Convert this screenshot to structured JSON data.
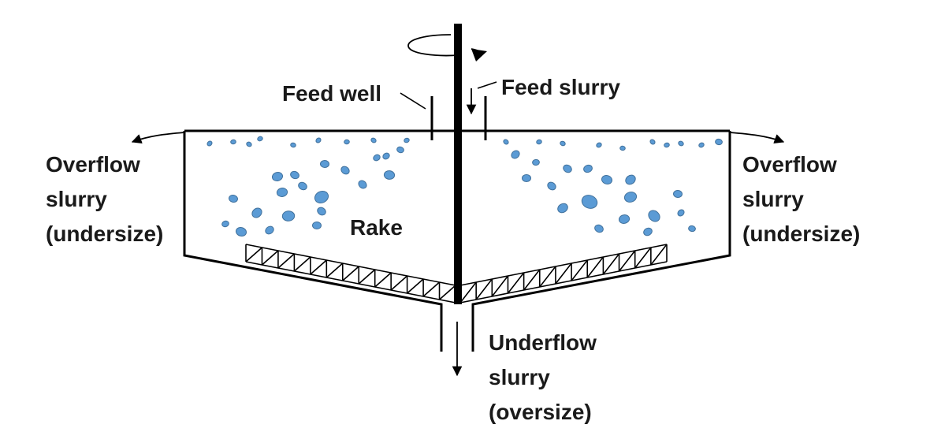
{
  "labels": {
    "feed_well": "Feed well",
    "feed_slurry": "Feed slurry",
    "overflow_left": [
      "Overflow",
      "slurry",
      "(undersize)"
    ],
    "overflow_right": [
      "Overflow",
      "slurry",
      "(undersize)"
    ],
    "rake": "Rake",
    "underflow": [
      "Underflow",
      "slurry",
      "(oversize)"
    ]
  },
  "colors": {
    "particle": "#5b9bd5",
    "particle_outline": "#41719c",
    "line": "#000000"
  }
}
